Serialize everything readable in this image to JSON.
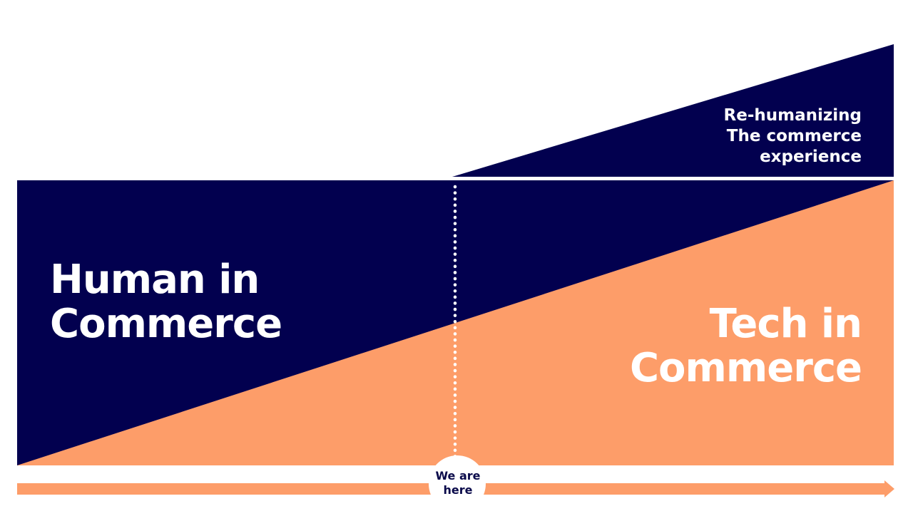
{
  "colors": {
    "navy": "#02004f",
    "orange": "#fd9d69",
    "white": "#ffffff"
  },
  "labels": {
    "human": [
      "Human in",
      "Commerce"
    ],
    "tech": [
      "Tech in",
      "Commerce"
    ],
    "rehumanizing": [
      "Re-humanizing",
      "The commerce",
      "experience"
    ],
    "marker": [
      "We are",
      "here"
    ]
  }
}
